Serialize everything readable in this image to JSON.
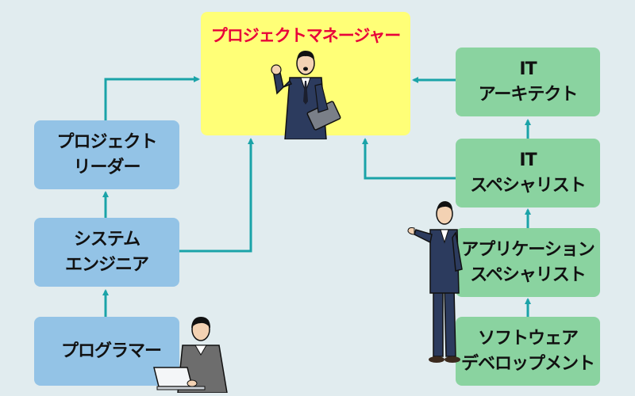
{
  "colors": {
    "background": "#e1ecef",
    "arrow": "#1aa3a8",
    "blue_box": "#93c3e6",
    "green_box": "#8ad3a0",
    "pm_box": "#ffff77",
    "pm_title": "#e8003a"
  },
  "pm": {
    "title": "プロジェクトマネージャー"
  },
  "left_column": {
    "project_leader": [
      "プロジェクト",
      "リーダー"
    ],
    "system_engineer": [
      "システム",
      "エンジニア"
    ],
    "programmer": [
      "プログラマー"
    ]
  },
  "right_column": {
    "it_architect": [
      "IT",
      "アーキテクト"
    ],
    "it_specialist": [
      "IT",
      "スペシャリスト"
    ],
    "app_specialist": [
      "アプリケーション",
      "スペシャリスト"
    ],
    "software_dev": [
      "ソフトウェア",
      "デベロップメント"
    ]
  },
  "illustrations": [
    "businessman-fist-icon",
    "presenting-man-icon",
    "laptop-worker-icon"
  ]
}
